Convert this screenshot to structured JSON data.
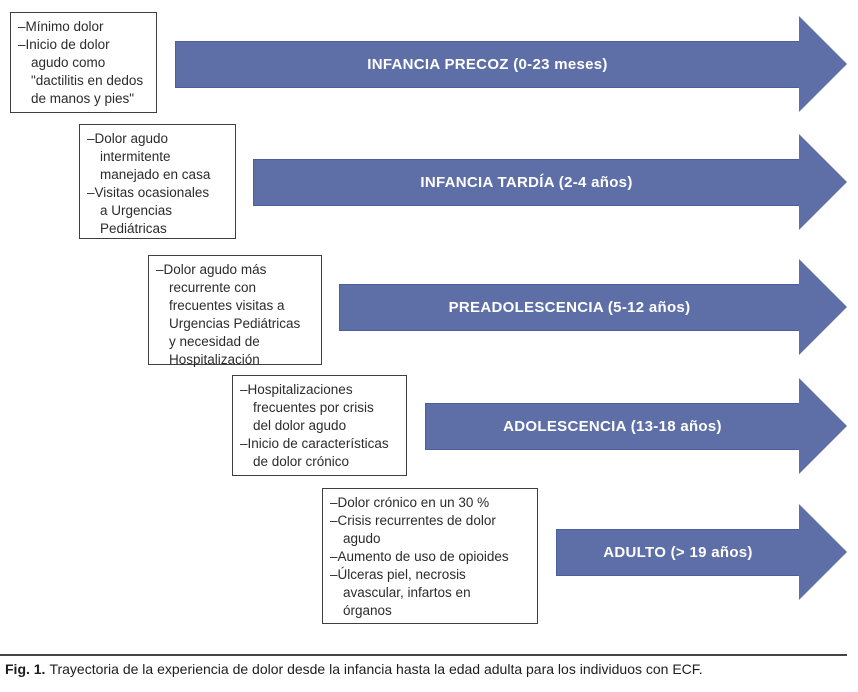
{
  "figure": {
    "caption_label": "Fig. 1.",
    "caption_text": "Trayectoria de la experiencia de dolor desde la infancia hasta la edad adulta para los individuos con ECF."
  },
  "colors": {
    "arrowFill": "#5e6ea7",
    "arrowBorder": "#4c5e9d",
    "boxBorder": "#3f3f3f",
    "ink": "#2b2b2b"
  },
  "stages": [
    {
      "label": "INFANCIA PRECOZ (0-23 meses)",
      "box_lines": [
        {
          "bullet": true,
          "text": "Mínimo dolor"
        },
        {
          "bullet": true,
          "text": "Inicio de dolor"
        },
        {
          "bullet": false,
          "text": "agudo como"
        },
        {
          "bullet": false,
          "text": "\"dactilitis en dedos"
        },
        {
          "bullet": false,
          "text": "de manos y pies\""
        }
      ]
    },
    {
      "label": "INFANCIA TARDÍA (2-4 años)",
      "box_lines": [
        {
          "bullet": true,
          "text": "Dolor agudo"
        },
        {
          "bullet": false,
          "text": "intermitente"
        },
        {
          "bullet": false,
          "text": "manejado en casa"
        },
        {
          "bullet": true,
          "text": "Visitas ocasionales"
        },
        {
          "bullet": false,
          "text": "a Urgencias"
        },
        {
          "bullet": false,
          "text": "Pediátricas"
        }
      ]
    },
    {
      "label": "PREADOLESCENCIA (5-12 años)",
      "box_lines": [
        {
          "bullet": true,
          "text": "Dolor agudo más"
        },
        {
          "bullet": false,
          "text": "recurrente con"
        },
        {
          "bullet": false,
          "text": "frecuentes visitas a"
        },
        {
          "bullet": false,
          "text": "Urgencias Pediátricas"
        },
        {
          "bullet": false,
          "text": "y necesidad de"
        },
        {
          "bullet": false,
          "text": "Hospitalización"
        }
      ]
    },
    {
      "label": "ADOLESCENCIA (13-18 años)",
      "box_lines": [
        {
          "bullet": true,
          "text": "Hospitalizaciones"
        },
        {
          "bullet": false,
          "text": "frecuentes por crisis"
        },
        {
          "bullet": false,
          "text": "del dolor agudo"
        },
        {
          "bullet": true,
          "text": "Inicio de características"
        },
        {
          "bullet": false,
          "text": "de dolor crónico"
        }
      ]
    },
    {
      "label": "ADULTO (> 19 años)",
      "box_lines": [
        {
          "bullet": true,
          "text": "Dolor crónico en un 30 %"
        },
        {
          "bullet": true,
          "text": "Crisis recurrentes de dolor"
        },
        {
          "bullet": false,
          "text": "agudo"
        },
        {
          "bullet": true,
          "text": "Aumento de uso de opioides"
        },
        {
          "bullet": true,
          "text": "Úlceras piel, necrosis"
        },
        {
          "bullet": false,
          "text": "avascular, infartos en"
        },
        {
          "bullet": false,
          "text": "órganos"
        }
      ]
    }
  ]
}
